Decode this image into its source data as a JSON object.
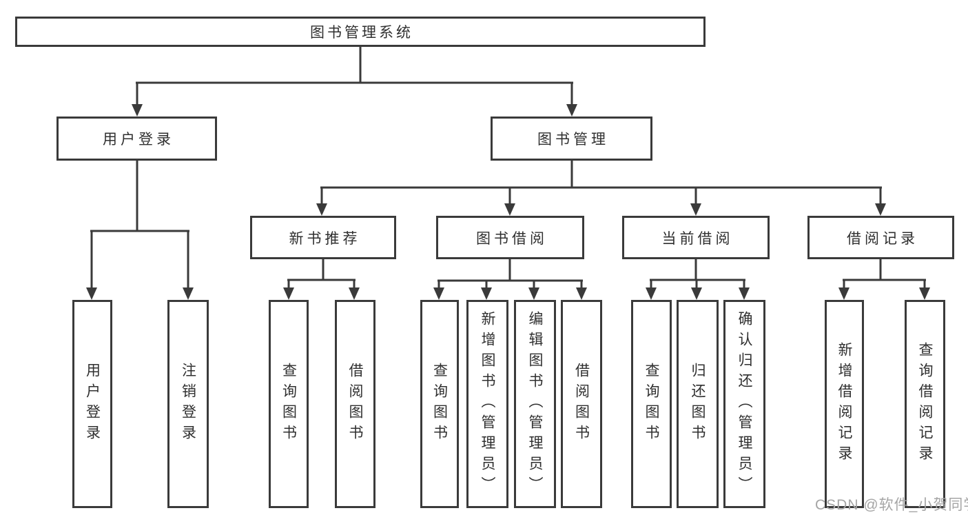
{
  "diagram": {
    "root": "图书管理系统",
    "branches": [
      {
        "label": "用户登录",
        "leaves": [
          "用户登录",
          "注销登录"
        ]
      },
      {
        "label": "图书管理",
        "sections": [
          {
            "label": "新书推荐",
            "leaves": [
              "查询图书",
              "借阅图书"
            ]
          },
          {
            "label": "图书借阅",
            "leaves": [
              "查询图书",
              "新增图书（管理员）",
              "编辑图书（管理员）",
              "借阅图书"
            ]
          },
          {
            "label": "当前借阅",
            "leaves": [
              "查询图书",
              "归还图书",
              "确认归还（管理员）"
            ]
          },
          {
            "label": "借阅记录",
            "leaves": [
              "新增借阅记录",
              "查询借阅记录"
            ]
          }
        ]
      }
    ]
  },
  "watermark": "CSDN @软件_小贺同学",
  "colors": {
    "line": "#3a3a3a",
    "text": "#2f2f2f",
    "watermark": "#a5a5a5",
    "background": "#ffffff"
  }
}
